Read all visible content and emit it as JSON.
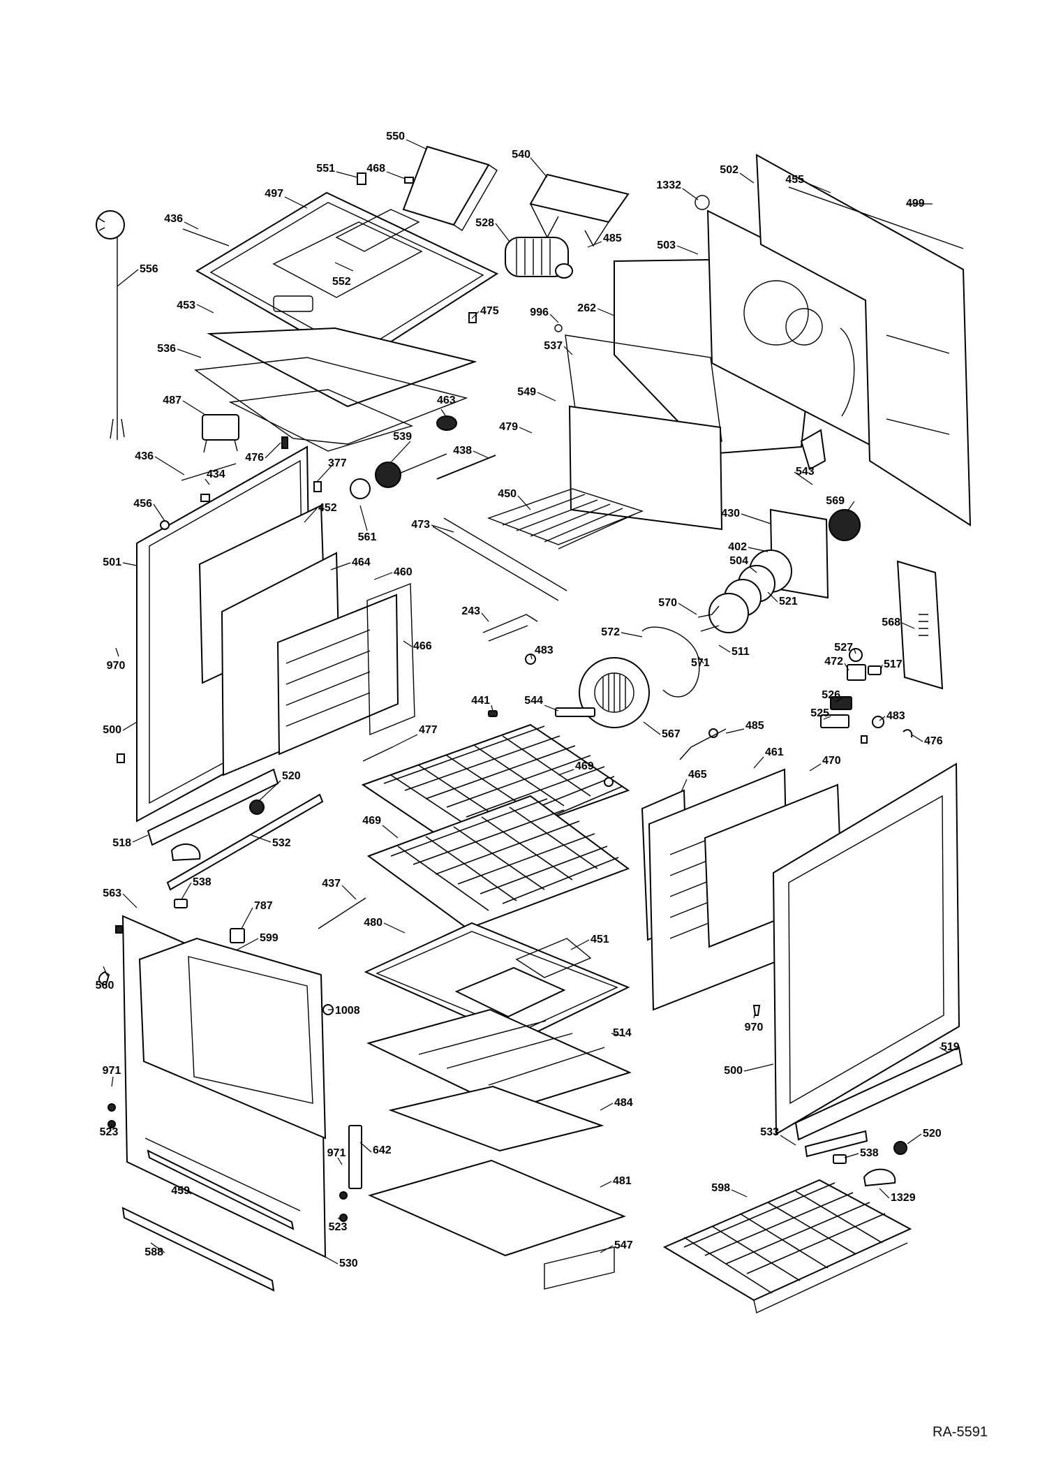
{
  "drawing_ref": "RA-5591",
  "colors": {
    "line": "#000000",
    "background": "#ffffff"
  },
  "labels": {
    "p550": "550",
    "p540": "540",
    "p551": "551",
    "p468": "468",
    "p497": "497",
    "p436a": "436",
    "p528": "528",
    "p485a": "485",
    "p1332": "1332",
    "p502": "502",
    "p455": "455",
    "p499": "499",
    "p556": "556",
    "p552": "552",
    "p503": "503",
    "p453": "453",
    "p475": "475",
    "p996": "996",
    "p262": "262",
    "p537": "537",
    "p536": "536",
    "p463": "463",
    "p487": "487",
    "p549": "549",
    "p479": "479",
    "p539": "539",
    "p436b": "436",
    "p476a": "476",
    "p377": "377",
    "p438": "438",
    "p434": "434",
    "p543": "543",
    "p456": "456",
    "p452": "452",
    "p561": "561",
    "p450": "450",
    "p473": "473",
    "p430": "430",
    "p569": "569",
    "p501": "501",
    "p464": "464",
    "p460": "460",
    "p402": "402",
    "p504": "504",
    "p243": "243",
    "p466": "466",
    "p570": "570",
    "p521": "521",
    "p568": "568",
    "p572": "572",
    "p483a": "483",
    "p527": "527",
    "p970a": "970",
    "p511": "511",
    "p472": "472",
    "p517": "517",
    "p571": "571",
    "p441": "441",
    "p544": "544",
    "p526": "526",
    "p500a": "500",
    "p567": "567",
    "p525": "525",
    "p483b": "483",
    "p485b": "485",
    "p477": "477",
    "p476b": "476",
    "p469a": "469",
    "p461": "461",
    "p470": "470",
    "p520a": "520",
    "p465": "465",
    "p469b": "469",
    "p518": "518",
    "p532": "532",
    "p538a": "538",
    "p437": "437",
    "p563": "563",
    "p787": "787",
    "p480": "480",
    "p451": "451",
    "p599": "599",
    "p560": "560",
    "p1008": "1008",
    "p970b": "970",
    "p514": "514",
    "p519": "519",
    "p971a": "971",
    "p500b": "500",
    "p484": "484",
    "p523a": "523",
    "p533": "533",
    "p520b": "520",
    "p538b": "538",
    "p971b": "971",
    "p642": "642",
    "p481": "481",
    "p598": "598",
    "p1329": "1329",
    "p523b": "523",
    "p459": "459",
    "p547": "547",
    "p588": "588",
    "p530": "530"
  }
}
